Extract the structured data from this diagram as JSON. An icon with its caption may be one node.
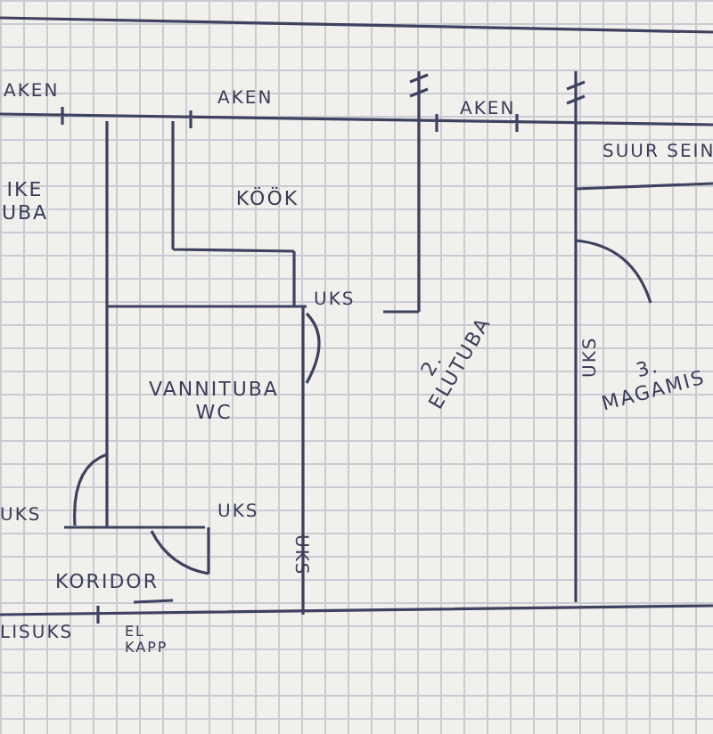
{
  "diagram": {
    "nodes": [
      {
        "text": [
          "IKE UBA"
        ]
      },
      {
        "text": [
          "KÖÖK"
        ]
      },
      {
        "text": [
          "VANNITUBA WC"
        ]
      },
      {
        "text": [
          "2. ELUTUBA"
        ]
      },
      {
        "text": [
          "3. MAGAMIS"
        ]
      },
      {
        "text": [
          "KORIDOR"
        ]
      }
    ],
    "labels": [
      "AKEN",
      "AKEN",
      "AKEN",
      "SUUR SEIN",
      "UKS",
      "UKS",
      "UKS",
      "UKS",
      "UKS",
      "LISUKS",
      "EL KAPP"
    ]
  }
}
